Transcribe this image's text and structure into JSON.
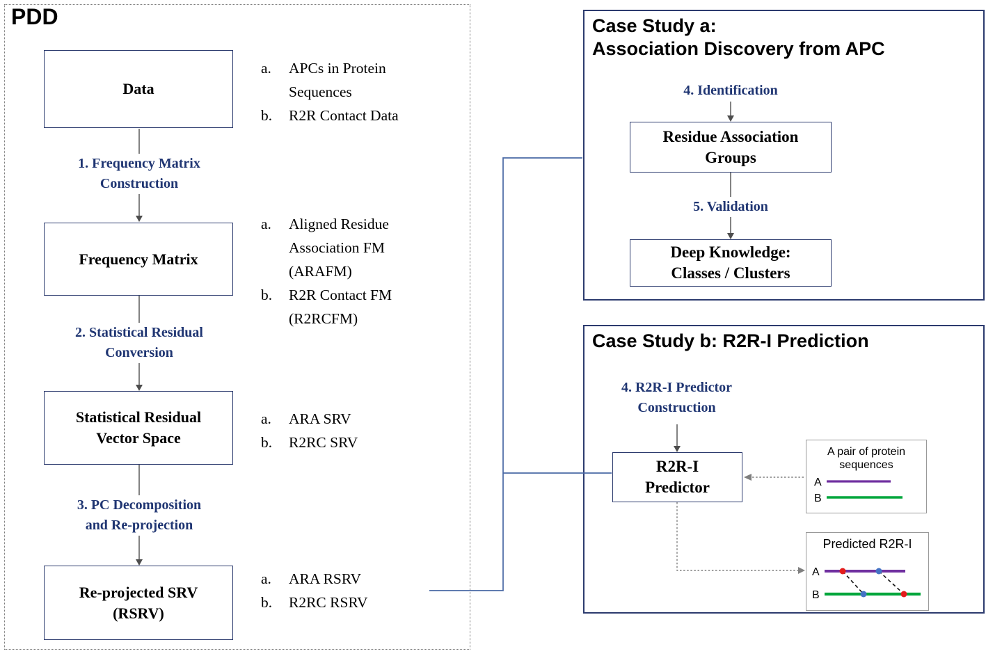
{
  "pdd": {
    "title": "PDD",
    "boxes": {
      "data": "Data",
      "frequency_matrix": "Frequency Matrix",
      "srv_line1": "Statistical Residual",
      "srv_line2": "Vector Space",
      "rsrv_line1": "Re-projected SRV",
      "rsrv_line2": "(RSRV)"
    },
    "steps": {
      "step1_line1": "1. Frequency Matrix",
      "step1_line2": "Construction",
      "step2_line1": "2. Statistical Residual",
      "step2_line2": "Conversion",
      "step3_line1": "3. PC Decomposition",
      "step3_line2": "and Re-projection"
    },
    "data_list": [
      {
        "marker": "a.",
        "text": "APCs in Protein\nSequences"
      },
      {
        "marker": "b.",
        "text": "R2R Contact Data"
      }
    ],
    "fm_list": [
      {
        "marker": "a.",
        "text": "Aligned Residue\nAssociation FM\n(ARAFM)"
      },
      {
        "marker": "b.",
        "text": "R2R Contact FM\n(R2RCFM)"
      }
    ],
    "srv_list": [
      {
        "marker": "a.",
        "text": "ARA SRV"
      },
      {
        "marker": "b.",
        "text": "R2RC SRV"
      }
    ],
    "rsrv_list": [
      {
        "marker": "a.",
        "text": "ARA RSRV"
      },
      {
        "marker": "b.",
        "text": "R2RC RSRV"
      }
    ]
  },
  "case_a": {
    "title_line1": "Case Study a:",
    "title_line2": "Association Discovery from APC",
    "step4": "4. Identification",
    "groups_box_line1": "Residue Association",
    "groups_box_line2": "Groups",
    "step5": "5. Validation",
    "knowledge_box_line1": "Deep Knowledge:",
    "knowledge_box_line2": "Classes / Clusters"
  },
  "case_b": {
    "title": "Case Study b: R2R-I Prediction",
    "step4_line1": "4. R2R-I Predictor",
    "step4_line2": "Construction",
    "predictor_box_line1": "R2R-I",
    "predictor_box_line2": "Predictor",
    "pair_box": {
      "title_line1": "A pair of protein",
      "title_line2": "sequences",
      "seq_a_label": "A",
      "seq_b_label": "B"
    },
    "predicted_box": {
      "title": "Predicted R2R-I",
      "seq_a_label": "A",
      "seq_b_label": "B"
    }
  },
  "colors": {
    "step_text": "#1f3572",
    "box_border": "#2c3b6e",
    "panel_border": "#2c3b6e",
    "dotted_border": "#7a7a7a",
    "side_box_border": "#999999",
    "arrow_dark": "#4d4d4d",
    "arrow_dotted": "#7f7f7f",
    "connector_blue": "#4a69a5",
    "seq_a_purple": "#7030a0",
    "seq_b_green": "#00a63c",
    "dot_red": "#e31c1c",
    "dot_blue": "#4472c4"
  }
}
